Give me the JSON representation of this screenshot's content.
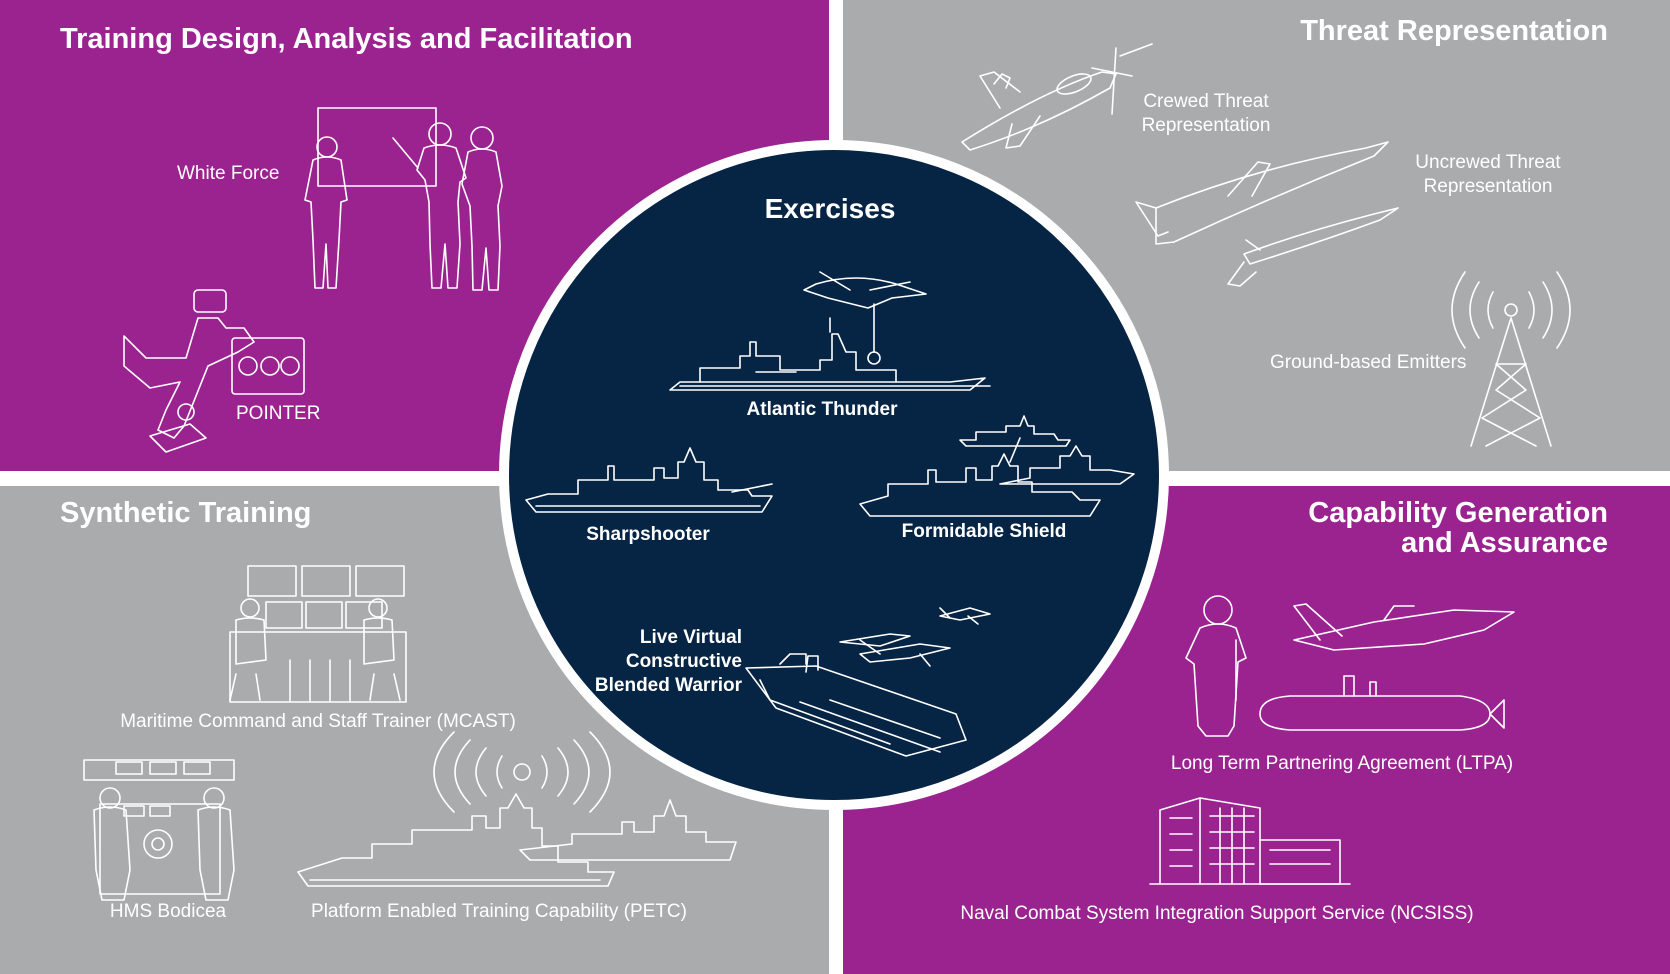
{
  "colors": {
    "purple": "#9b2390",
    "gray": "#a9abad",
    "navy": "#062443",
    "line": "#ffffff"
  },
  "quadrants": {
    "training_design": {
      "title": "Training Design, Analysis and Facilitation",
      "items": [
        "White Force",
        "POINTER"
      ]
    },
    "threat_representation": {
      "title": "Threat Representation",
      "crewed": [
        "Crewed Threat",
        "Representation"
      ],
      "uncrewed": [
        "Uncrewed Threat",
        "Representation"
      ],
      "emitters": "Ground-based Emitters"
    },
    "synthetic_training": {
      "title": "Synthetic Training",
      "items": [
        "Maritime Command and Staff Trainer (MCAST)",
        "HMS Bodicea",
        "Platform Enabled Training Capability (PETC)"
      ]
    },
    "capability_generation": {
      "title_line1": "Capability Generation",
      "title_line2": "and Assurance",
      "items": [
        "Long Term Partnering Agreement (LTPA)",
        "Naval Combat System Integration Support Service (NCSISS)"
      ]
    }
  },
  "exercises": {
    "title": "Exercises",
    "items": [
      "Atlantic Thunder",
      "Sharpshooter",
      "Formidable Shield"
    ],
    "lvc": [
      "Live Virtual",
      "Constructive",
      "Blended Warrior"
    ]
  }
}
